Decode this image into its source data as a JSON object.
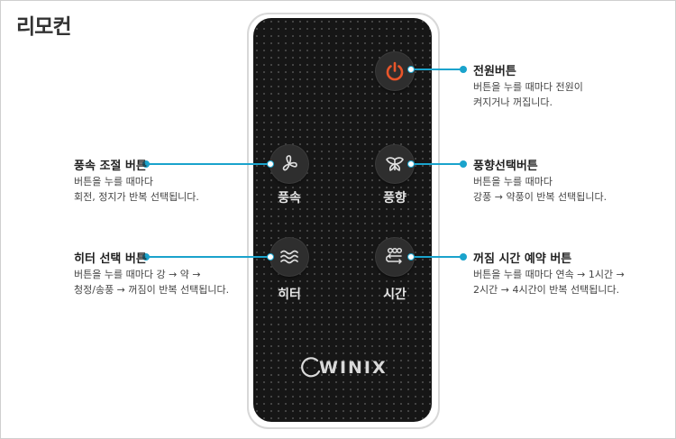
{
  "page": {
    "title": "리모컨"
  },
  "remote": {
    "brand": "WINIX",
    "buttons": {
      "fan_speed": "풍속",
      "wind_direction": "풍향",
      "heater": "히터",
      "timer": "시간"
    },
    "colors": {
      "power": "#e8552a",
      "body": "#161616",
      "accent_line": "#1aa3cc"
    }
  },
  "callouts": {
    "power": {
      "title": "전원버튼",
      "desc1": "버튼을 누를 때마다 전원이",
      "desc2": "켜지거나 꺼집니다."
    },
    "fan_speed": {
      "title": "풍속 조절 버튼",
      "desc1": "버튼을 누를 때마다",
      "desc2": "회전, 정지가 반복 선택됩니다."
    },
    "wind_direction": {
      "title": "풍향선택버튼",
      "desc1": "버튼을 누를 때마다",
      "desc2": "강풍 → 약풍이 반복 선택됩니다."
    },
    "heater": {
      "title": "히터 선택 버튼",
      "desc1": "버튼을 누를 때마다 강 → 약 →",
      "desc2": "청정/송풍 → 꺼짐이 반복 선택됩니다."
    },
    "timer": {
      "title": "꺼짐 시간 예약 버튼",
      "desc1": "버튼을 누를 때마다 연속 → 1시간 →",
      "desc2": "2시간 → 4시간이 반복 선택됩니다."
    }
  }
}
